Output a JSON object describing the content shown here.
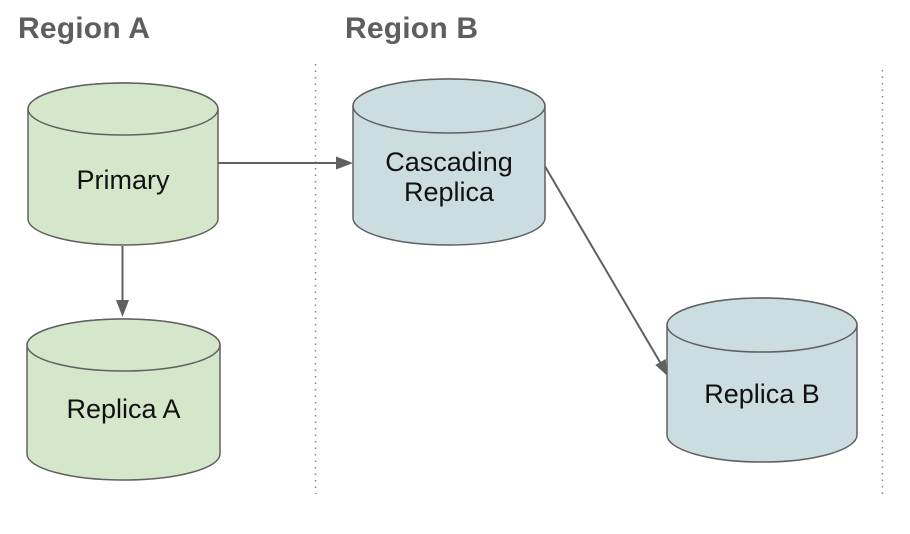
{
  "regions": [
    {
      "label": "Region A"
    },
    {
      "label": "Region B"
    }
  ],
  "nodes": [
    {
      "id": "primary",
      "region": "Region A",
      "label": "Primary",
      "fill": "#d5e7cb"
    },
    {
      "id": "cascading-replica",
      "region": "Region B",
      "label": "Cascading Replica",
      "label_lines": [
        "Cascading",
        "Replica"
      ],
      "fill": "#cbdde0"
    },
    {
      "id": "replica-a",
      "region": "Region A",
      "label": "Replica A",
      "fill": "#d5e7cb"
    },
    {
      "id": "replica-b",
      "region": "Region B",
      "label": "Replica B",
      "fill": "#cbdde0"
    }
  ],
  "edges": [
    {
      "from": "primary",
      "to": "cascading-replica"
    },
    {
      "from": "primary",
      "to": "replica-a"
    },
    {
      "from": "cascading-replica",
      "to": "replica-b"
    }
  ],
  "colors": {
    "green_fill": "#d5e7cb",
    "blue_fill": "#cbdde0",
    "node_stroke": "#606060",
    "arrow": "#606060",
    "divider": "#848484",
    "region_title_text": "#5e5e5e",
    "node_label_text": "#111111",
    "background": "#ffffff"
  }
}
